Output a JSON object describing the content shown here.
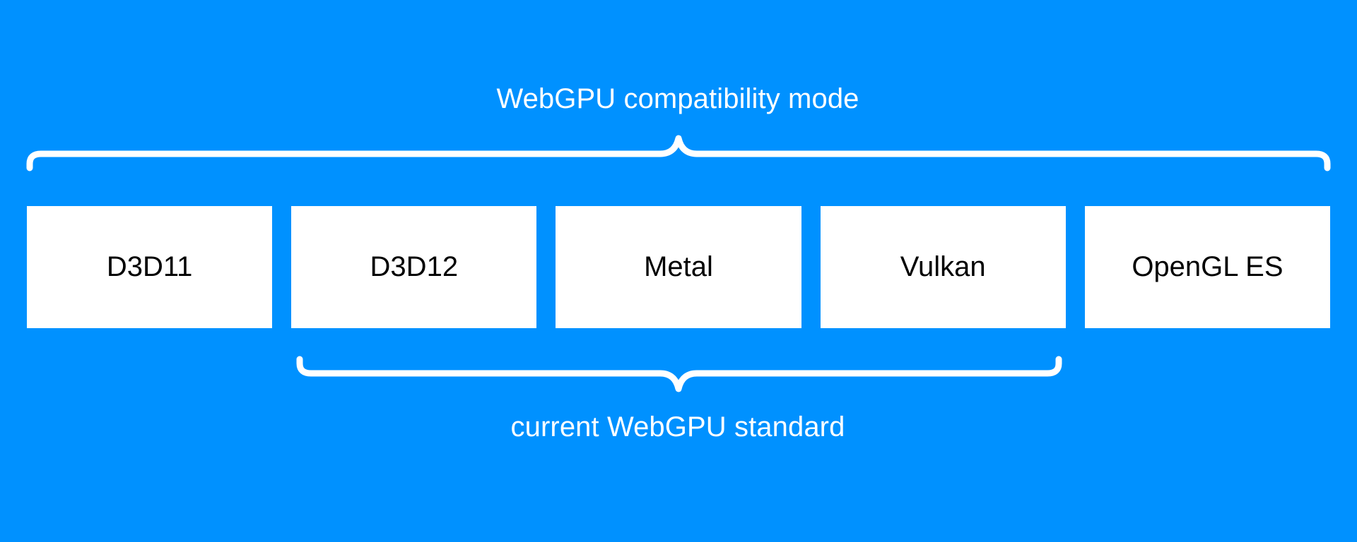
{
  "colors": {
    "background": "#0091ff",
    "box_fill": "#ffffff",
    "box_text": "#000000",
    "brace": "#ffffff",
    "label_text": "#ffffff"
  },
  "diagram": {
    "title_top": "WebGPU compatibility mode",
    "title_bottom": "current WebGPU standard",
    "boxes": [
      {
        "label": "D3D11"
      },
      {
        "label": "D3D12"
      },
      {
        "label": "Metal"
      },
      {
        "label": "Vulkan"
      },
      {
        "label": "OpenGL ES"
      }
    ],
    "braces": [
      {
        "name": "top-brace",
        "label": "WebGPU compatibility mode",
        "position": "above",
        "covers": [
          "D3D11",
          "D3D12",
          "Metal",
          "Vulkan",
          "OpenGL ES"
        ]
      },
      {
        "name": "bottom-brace",
        "label": "current WebGPU standard",
        "position": "below",
        "covers": [
          "D3D12",
          "Metal",
          "Vulkan"
        ]
      }
    ]
  },
  "chart_data": {
    "type": "diagram",
    "title": "WebGPU compatibility mode",
    "categories": [
      "D3D11",
      "D3D12",
      "Metal",
      "Vulkan",
      "OpenGL ES"
    ],
    "groups": [
      {
        "name": "WebGPU compatibility mode",
        "members": [
          "D3D11",
          "D3D12",
          "Metal",
          "Vulkan",
          "OpenGL ES"
        ]
      },
      {
        "name": "current WebGPU standard",
        "members": [
          "D3D12",
          "Metal",
          "Vulkan"
        ]
      }
    ]
  }
}
